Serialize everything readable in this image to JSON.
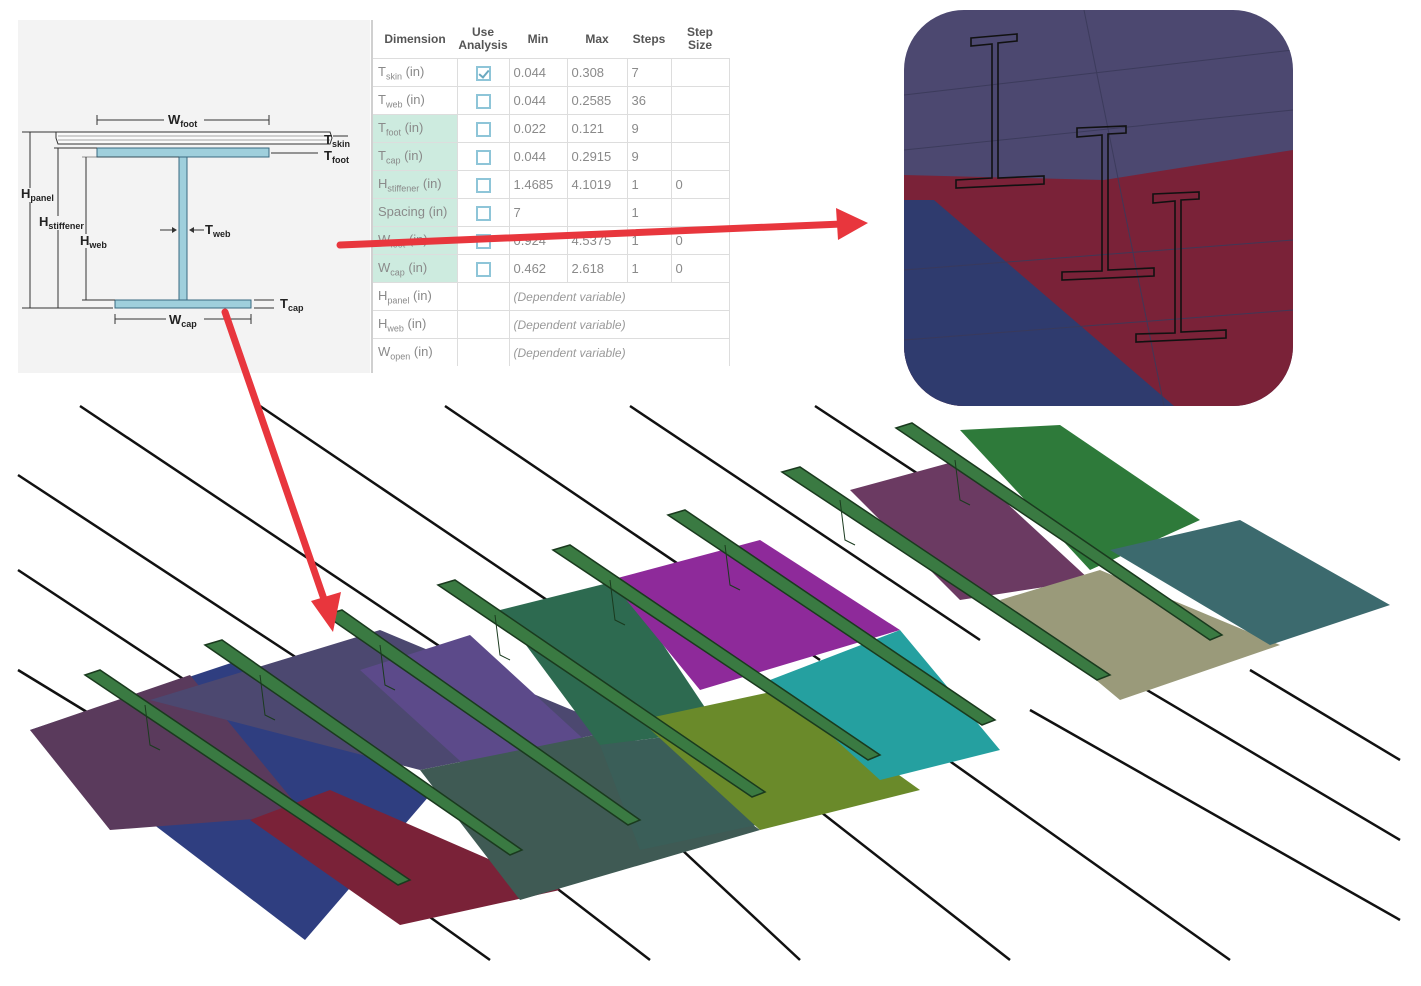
{
  "schematic": {
    "labels": {
      "wfoot": "W",
      "wfoot_sub": "foot",
      "tskin": "T",
      "tskin_sub": "skin",
      "tfoot": "T",
      "tfoot_sub": "foot",
      "hpanel": "H",
      "hpanel_sub": "panel",
      "hstiff": "H",
      "hstiff_sub": "stiffener",
      "hweb": "H",
      "hweb_sub": "web",
      "tweb": "T",
      "tweb_sub": "web",
      "tcap": "T",
      "tcap_sub": "cap",
      "wcap": "W",
      "wcap_sub": "cap"
    },
    "colors": {
      "stiffener": "#9fcfdc",
      "stiffener_stroke": "#3a6a80"
    }
  },
  "table": {
    "headers": {
      "dimension": "Dimension",
      "use_analysis_1": "Use",
      "use_analysis_2": "Analysis",
      "min": "Min",
      "max": "Max",
      "steps": "Steps",
      "step_size_1": "Step",
      "step_size_2": "Size"
    },
    "rows": [
      {
        "n": "T",
        "sub": "skin",
        "unit": " (in)",
        "checked": true,
        "min": "0.044",
        "max": "0.308",
        "steps": "7",
        "step": ""
      },
      {
        "n": "T",
        "sub": "web",
        "unit": " (in)",
        "checked": false,
        "min": "0.044",
        "max": "0.2585",
        "steps": "36",
        "step": ""
      },
      {
        "n": "T",
        "sub": "foot",
        "unit": " (in)",
        "checked": false,
        "min": "0.022",
        "max": "0.121",
        "steps": "9",
        "step": ""
      },
      {
        "n": "T",
        "sub": "cap",
        "unit": " (in)",
        "checked": false,
        "min": "0.044",
        "max": "0.2915",
        "steps": "9",
        "step": ""
      },
      {
        "n": "H",
        "sub": "stiffener",
        "unit": " (in)",
        "checked": false,
        "min": "1.4685",
        "max": "4.1019",
        "steps": "1",
        "step": "0"
      },
      {
        "n": "Spacing",
        "sub": "",
        "unit": " (in)",
        "checked": false,
        "min": "7",
        "max": "",
        "steps": "1",
        "step": ""
      },
      {
        "n": "W",
        "sub": "foot",
        "unit": " (in)",
        "checked": false,
        "min": "0.924",
        "max": "4.5375",
        "steps": "1",
        "step": "0"
      },
      {
        "n": "W",
        "sub": "cap",
        "unit": " (in)",
        "checked": false,
        "min": "0.462",
        "max": "2.618",
        "steps": "1",
        "step": "0"
      }
    ],
    "dependent_rows": [
      {
        "n": "H",
        "sub": "panel",
        "unit": " (in)",
        "text": "(Dependent variable)"
      },
      {
        "n": "H",
        "sub": "web",
        "unit": " (in)",
        "text": "(Dependent variable)"
      },
      {
        "n": "W",
        "sub": "open",
        "unit": " (in)",
        "text": "(Dependent variable)"
      }
    ]
  },
  "colors": {
    "arrow": "#e8363d",
    "stiffener_green": "#3a7a42",
    "zoom_purple": "#4c4870",
    "zoom_red": "#7a2238",
    "zoom_blue": "#2f3b6e"
  }
}
